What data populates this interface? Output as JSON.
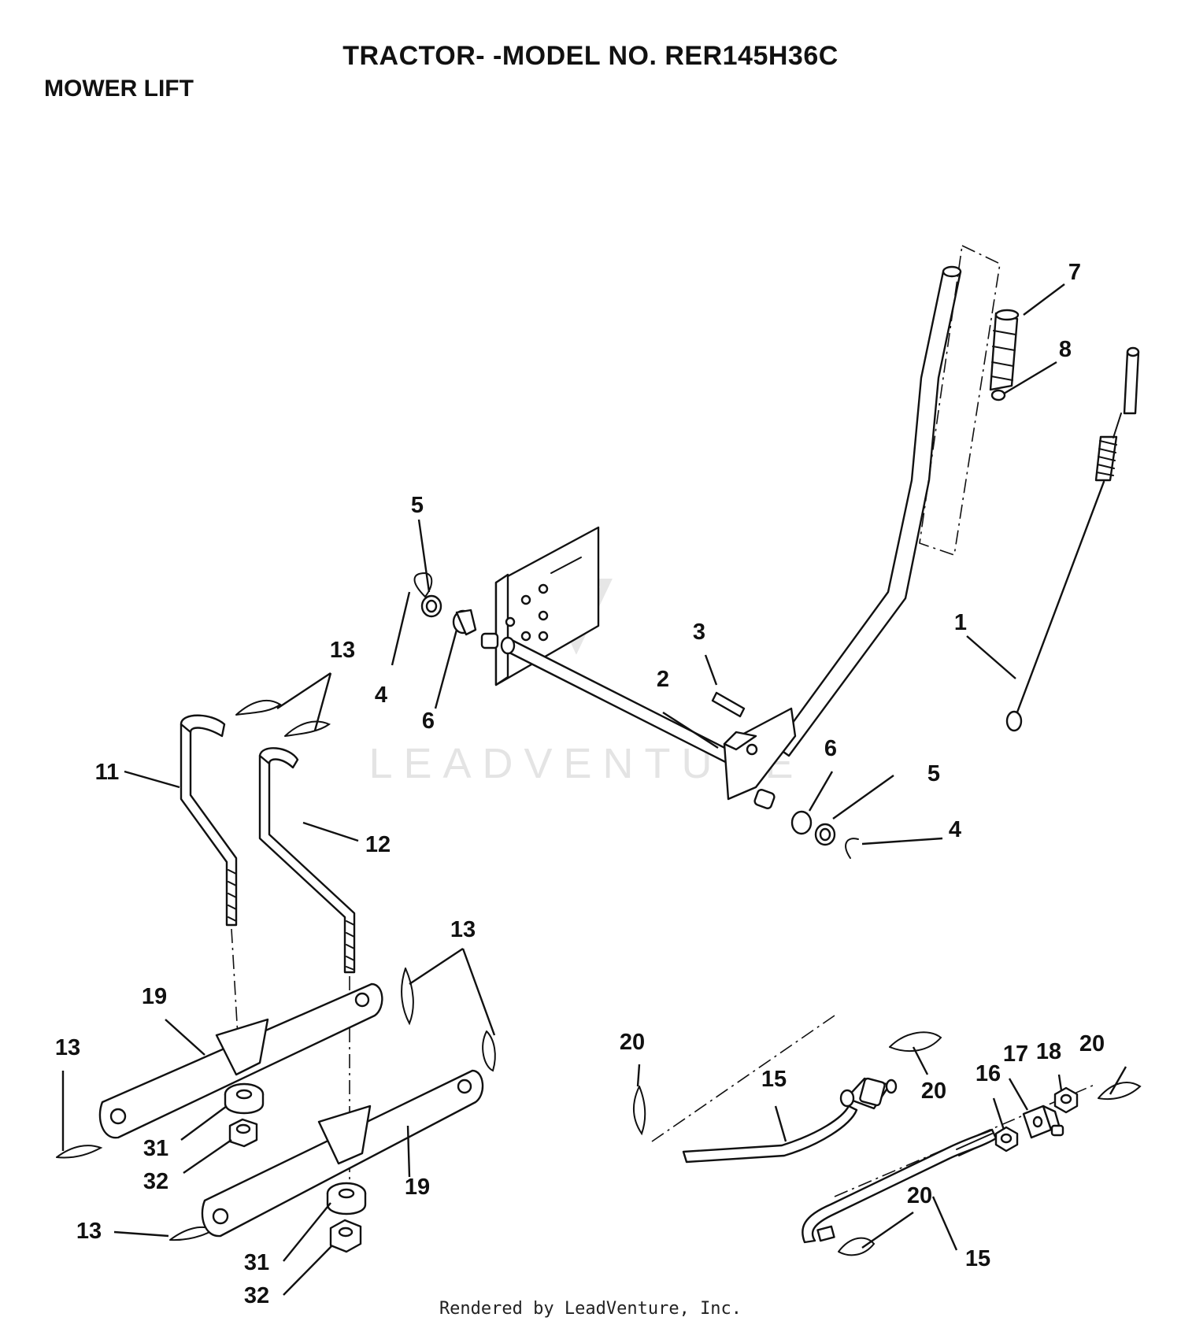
{
  "header": {
    "title": "TRACTOR- -MODEL NO. RER145H36C",
    "section": "MOWER LIFT"
  },
  "footer": {
    "rendered_by": "Rendered by LeadVenture, Inc."
  },
  "watermark": {
    "text": "LEADVENTURE"
  },
  "callouts": {
    "c1": "1",
    "c2": "2",
    "c3": "3",
    "c4a": "4",
    "c4b": "4",
    "c5a": "5",
    "c5b": "5",
    "c6a": "6",
    "c6b": "6",
    "c7": "7",
    "c8": "8",
    "c11": "11",
    "c12": "12",
    "c13a": "13",
    "c13b": "13",
    "c13c": "13",
    "c13d": "13",
    "c15a": "15",
    "c15b": "15",
    "c16": "16",
    "c17": "17",
    "c18": "18",
    "c19a": "19",
    "c19b": "19",
    "c20a": "20",
    "c20b": "20",
    "c20c": "20",
    "c20d": "20",
    "c31a": "31",
    "c31b": "31",
    "c32a": "32",
    "c32b": "32"
  }
}
